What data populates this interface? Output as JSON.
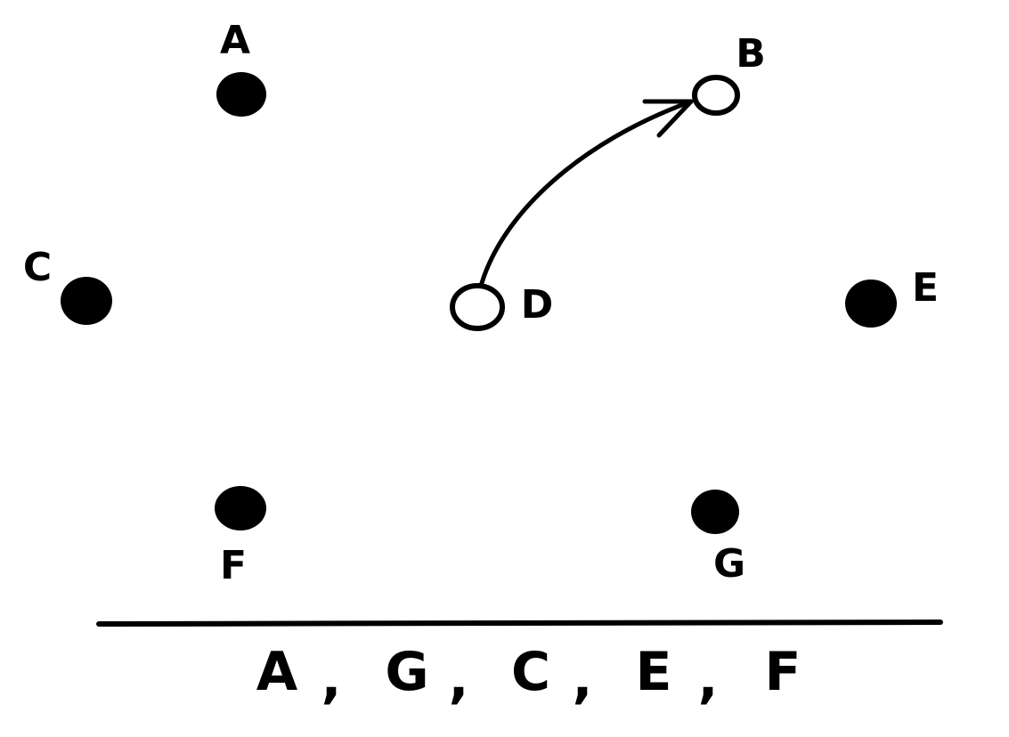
{
  "colors": {
    "ink": "#000000",
    "paper": "#ffffff"
  },
  "nodes": [
    {
      "id": "A",
      "label": "A",
      "style": "filled"
    },
    {
      "id": "B",
      "label": "B",
      "style": "hollow"
    },
    {
      "id": "C",
      "label": "C",
      "style": "filled"
    },
    {
      "id": "D",
      "label": "D",
      "style": "hollow"
    },
    {
      "id": "E",
      "label": "E",
      "style": "filled"
    },
    {
      "id": "F",
      "label": "F",
      "style": "filled"
    },
    {
      "id": "G",
      "label": "G",
      "style": "filled"
    }
  ],
  "edges": [
    {
      "from": "D",
      "to": "B",
      "type": "curved-arrow"
    }
  ],
  "sequence": {
    "items": [
      "A",
      "G",
      "C",
      "E",
      "F"
    ],
    "separator": ","
  }
}
